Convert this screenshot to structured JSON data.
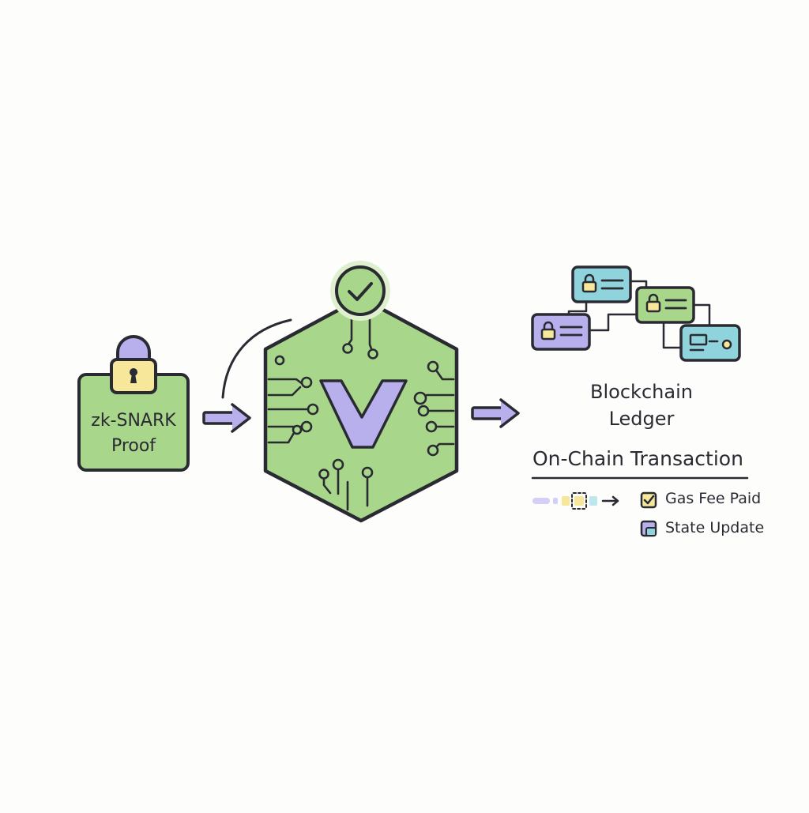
{
  "proof": {
    "line1": "zk-SNARK",
    "line2": "Proof"
  },
  "ledger": {
    "line1": "Blockchain",
    "line2": "Ledger"
  },
  "transaction": {
    "title": "On-Chain Transaction",
    "items": [
      {
        "label": "Gas Fee Paid",
        "icon": "check-box-icon"
      },
      {
        "label": "State Update",
        "icon": "state-update-icon"
      }
    ]
  },
  "colors": {
    "green": "#a8d68a",
    "purple": "#b7b0ec",
    "yellow": "#f6e79a",
    "teal": "#8fd3dd",
    "outline": "#2a2a33"
  }
}
